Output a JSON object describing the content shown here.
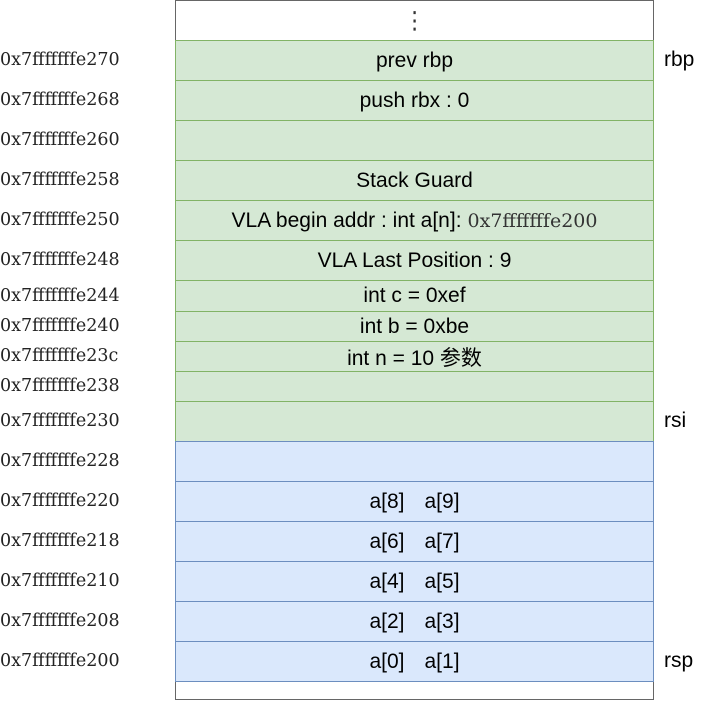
{
  "top_cell": {
    "label": "⋮"
  },
  "rows": [
    {
      "address": "0x7fffffffe270",
      "parts": [
        "prev rbp"
      ],
      "fill": "green",
      "register": "rbp"
    },
    {
      "address": "0x7fffffffe268",
      "parts": [
        "push rbx : 0"
      ],
      "fill": "green",
      "register": ""
    },
    {
      "address": "0x7fffffffe260",
      "parts": [],
      "fill": "green",
      "register": ""
    },
    {
      "address": "0x7fffffffe258",
      "parts": [
        "Stack Guard"
      ],
      "fill": "green",
      "register": ""
    },
    {
      "address": "0x7fffffffe250",
      "parts": [
        "VLA begin addr : int a[n]:"
      ],
      "value": "0x7fffffffe200",
      "fill": "green",
      "register": ""
    },
    {
      "address": "0x7fffffffe248",
      "parts": [
        "VLA Last Position : 9"
      ],
      "fill": "green",
      "register": ""
    },
    {
      "address": "0x7fffffffe244",
      "parts": [
        "int c = 0xef"
      ],
      "fill": "green",
      "register": ""
    },
    {
      "address": "0x7fffffffe240",
      "parts": [
        "int b = 0xbe"
      ],
      "fill": "green",
      "register": ""
    },
    {
      "address": "0x7fffffffe23c",
      "parts": [
        "int n = 10 参数"
      ],
      "fill": "green",
      "register": ""
    },
    {
      "address": "0x7fffffffe238",
      "parts": [],
      "fill": "green",
      "register": ""
    },
    {
      "address": "0x7fffffffe230",
      "parts": [],
      "fill": "green",
      "register": "rsi"
    },
    {
      "address": "0x7fffffffe228",
      "parts": [],
      "fill": "blue",
      "register": ""
    },
    {
      "address": "0x7fffffffe220",
      "parts": [
        "a[8]",
        "a[9]"
      ],
      "fill": "blue",
      "register": ""
    },
    {
      "address": "0x7fffffffe218",
      "parts": [
        "a[6]",
        "a[7]"
      ],
      "fill": "blue",
      "register": ""
    },
    {
      "address": "0x7fffffffe210",
      "parts": [
        "a[4]",
        "a[5]"
      ],
      "fill": "blue",
      "register": ""
    },
    {
      "address": "0x7fffffffe208",
      "parts": [
        "a[2]",
        "a[3]"
      ],
      "fill": "blue",
      "register": ""
    },
    {
      "address": "0x7fffffffe200",
      "parts": [
        "a[0]",
        "a[1]"
      ],
      "fill": "blue",
      "register": "rsp"
    }
  ],
  "colors": {
    "green_fill": "#d5e8d4",
    "green_stroke": "#82b366",
    "blue_fill": "#dae8fc",
    "blue_stroke": "#6c8ebf"
  }
}
